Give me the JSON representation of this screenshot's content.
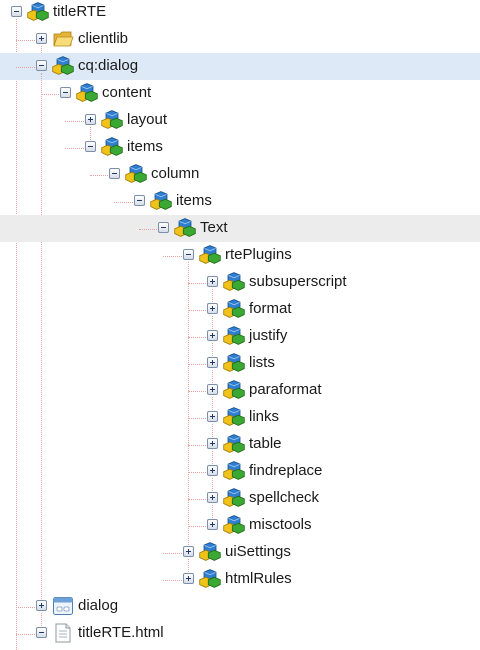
{
  "tree": {
    "nodes": [
      {
        "label": "titleRTE",
        "depth": 0,
        "toggle": "minus",
        "icon": "node-icon",
        "state": "",
        "last": true
      },
      {
        "label": "clientlib",
        "depth": 1,
        "toggle": "plus",
        "icon": "folder-icon",
        "state": "",
        "last": false
      },
      {
        "label": "cq:dialog",
        "depth": 1,
        "toggle": "minus",
        "icon": "node-icon",
        "state": "selected",
        "last": false
      },
      {
        "label": "content",
        "depth": 2,
        "toggle": "minus",
        "icon": "node-icon",
        "state": "",
        "last": true
      },
      {
        "label": "layout",
        "depth": 3,
        "toggle": "plus",
        "icon": "node-icon",
        "state": "",
        "last": false
      },
      {
        "label": "items",
        "depth": 3,
        "toggle": "minus",
        "icon": "node-icon",
        "state": "",
        "last": true
      },
      {
        "label": "column",
        "depth": 4,
        "toggle": "minus",
        "icon": "node-icon",
        "state": "",
        "last": true
      },
      {
        "label": "items",
        "depth": 5,
        "toggle": "minus",
        "icon": "node-icon",
        "state": "",
        "last": true
      },
      {
        "label": "Text",
        "depth": 6,
        "toggle": "minus",
        "icon": "node-icon",
        "state": "hover",
        "last": true
      },
      {
        "label": "rtePlugins",
        "depth": 7,
        "toggle": "minus",
        "icon": "node-icon",
        "state": "",
        "last": false
      },
      {
        "label": "subsuperscript",
        "depth": 8,
        "toggle": "plus",
        "icon": "node-icon",
        "state": "",
        "last": false
      },
      {
        "label": "format",
        "depth": 8,
        "toggle": "plus",
        "icon": "node-icon",
        "state": "",
        "last": false
      },
      {
        "label": "justify",
        "depth": 8,
        "toggle": "plus",
        "icon": "node-icon",
        "state": "",
        "last": false
      },
      {
        "label": "lists",
        "depth": 8,
        "toggle": "plus",
        "icon": "node-icon",
        "state": "",
        "last": false
      },
      {
        "label": "paraformat",
        "depth": 8,
        "toggle": "plus",
        "icon": "node-icon",
        "state": "",
        "last": false
      },
      {
        "label": "links",
        "depth": 8,
        "toggle": "plus",
        "icon": "node-icon",
        "state": "",
        "last": false
      },
      {
        "label": "table",
        "depth": 8,
        "toggle": "plus",
        "icon": "node-icon",
        "state": "",
        "last": false
      },
      {
        "label": "findreplace",
        "depth": 8,
        "toggle": "plus",
        "icon": "node-icon",
        "state": "",
        "last": false
      },
      {
        "label": "spellcheck",
        "depth": 8,
        "toggle": "plus",
        "icon": "node-icon",
        "state": "",
        "last": false
      },
      {
        "label": "misctools",
        "depth": 8,
        "toggle": "plus",
        "icon": "node-icon",
        "state": "",
        "last": true
      },
      {
        "label": "uiSettings",
        "depth": 7,
        "toggle": "plus",
        "icon": "node-icon",
        "state": "",
        "last": false
      },
      {
        "label": "htmlRules",
        "depth": 7,
        "toggle": "plus",
        "icon": "node-icon",
        "state": "",
        "last": true
      },
      {
        "label": "dialog",
        "depth": 1,
        "toggle": "plus",
        "icon": "dialog-icon",
        "state": "",
        "last": false
      },
      {
        "label": "titleRTE.html",
        "depth": 1,
        "toggle": "minus",
        "icon": "file-icon",
        "state": "",
        "last": true
      }
    ]
  },
  "colors": {
    "selected_row": "#dde9f6",
    "hover_row": "#ececec",
    "guide_line": "#e9a0a0"
  }
}
